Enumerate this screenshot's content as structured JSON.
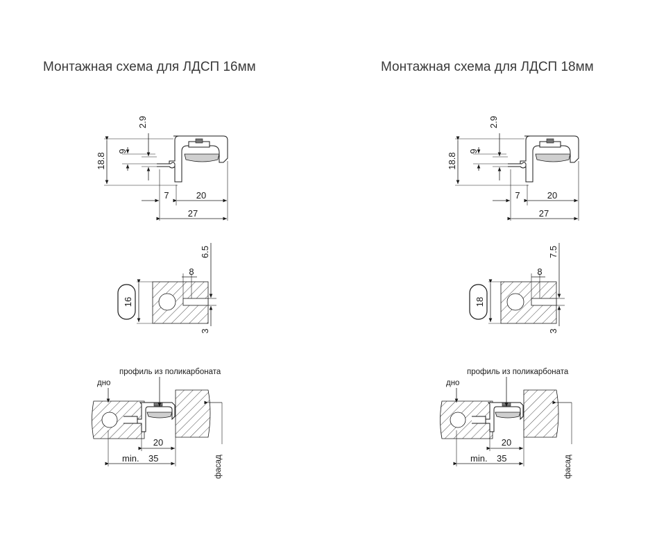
{
  "titles": {
    "left": "Монтажная схема для ЛДСП 16мм",
    "right": "Монтажная схема для ЛДСП 18мм"
  },
  "left": {
    "profile": {
      "d_2_9": "2.9",
      "d_9": "9",
      "d_18_8": "18.8",
      "d_7": "7",
      "d_20": "20",
      "d_27": "27"
    },
    "panel": {
      "thickness": "16",
      "d_8": "8",
      "d_top": "6.5",
      "d_3": "3"
    },
    "assembly": {
      "profile_label": "профиль из поликарбоната",
      "bottom_label": "дно",
      "facade_label": "фасад",
      "d_20": "20",
      "min_label": "min.",
      "d_35": "35"
    }
  },
  "right": {
    "profile": {
      "d_2_9": "2.9",
      "d_9": "9",
      "d_18_8": "18.8",
      "d_7": "7",
      "d_20": "20",
      "d_27": "27"
    },
    "panel": {
      "thickness": "18",
      "d_8": "8",
      "d_top": "7.5",
      "d_3": "3"
    },
    "assembly": {
      "profile_label": "профиль из поликарбоната",
      "bottom_label": "дно",
      "facade_label": "фасад",
      "d_20": "20",
      "min_label": "min.",
      "d_35": "35"
    }
  }
}
